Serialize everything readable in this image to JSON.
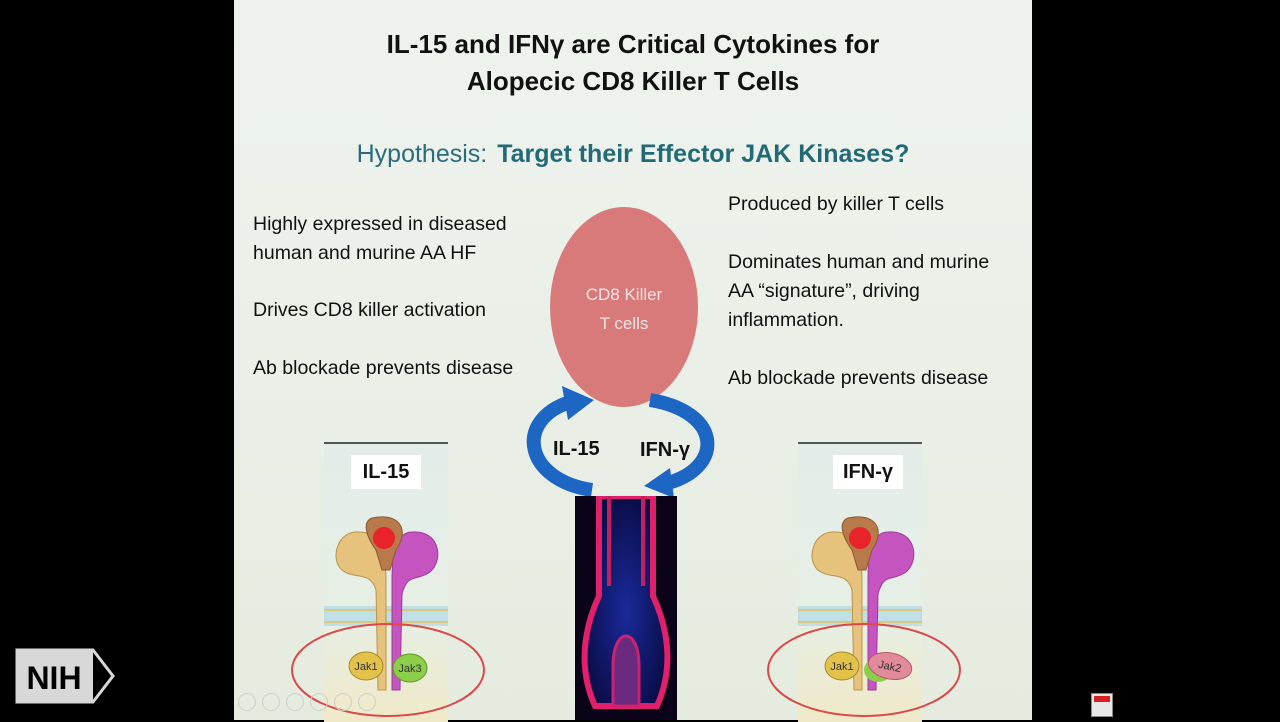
{
  "slide": {
    "title_line1": "IL-15 and IFNγ are Critical Cytokines for",
    "title_line2": "Alopecic CD8 Killer T Cells",
    "hypothesis_label": "Hypothesis:",
    "hypothesis_text": "Target their Effector JAK Kinases?",
    "left_points": [
      "Highly expressed in diseased human and murine AA HF",
      "Drives CD8 killer activation",
      "Ab blockade prevents disease"
    ],
    "right_points": [
      "Produced by killer T cells",
      "Dominates human and murine AA “signature”, driving inflammation.",
      "Ab blockade prevents disease"
    ],
    "center_cell_line1": "CD8 Killer",
    "center_cell_line2": "T cells",
    "cytokine_left": "IL-15",
    "cytokine_right": "IFN-γ",
    "panel_left_label": "IL-15",
    "panel_right_label": "IFN-γ",
    "left_jaks": [
      "Jak1",
      "Jak3"
    ],
    "right_jaks": [
      "Jak1",
      "Jak2"
    ]
  },
  "branding": {
    "logo_text": "NIH"
  },
  "colors": {
    "title": "#111111",
    "hypothesis": "#2b6c7a",
    "cell_oval": "#d97a7a",
    "arrow_blue": "#1e66c4",
    "circle_red": "#d94a4a"
  }
}
